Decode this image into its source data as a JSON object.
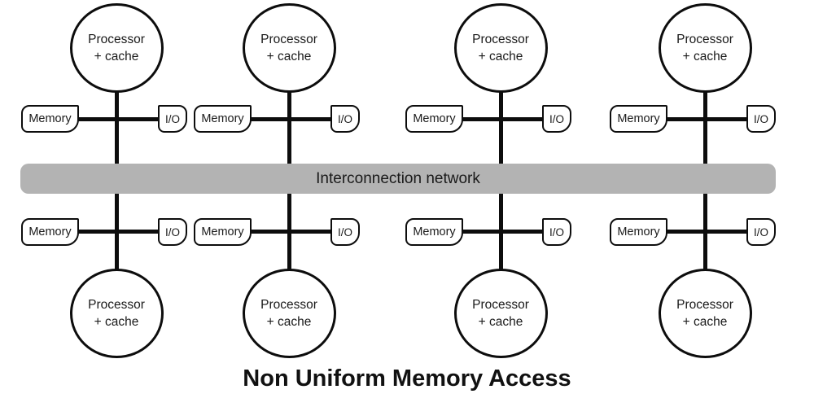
{
  "title": "Non Uniform Memory Access",
  "network_bar": {
    "label": "Interconnection network",
    "fill_color": "#b3b3b3",
    "label_color": "#1a1a1a"
  },
  "node_labels": {
    "processor_line1": "Processor",
    "processor_line2": "+ cache",
    "memory": "Memory",
    "io": "I/O"
  },
  "colors": {
    "stroke": "#0d0d0d",
    "node_fill": "#ffffff",
    "background": "#ffffff"
  },
  "structure": {
    "columns": 4,
    "processors_per_column": 2,
    "memory_units_per_column": 2,
    "io_units_per_column": 2
  }
}
